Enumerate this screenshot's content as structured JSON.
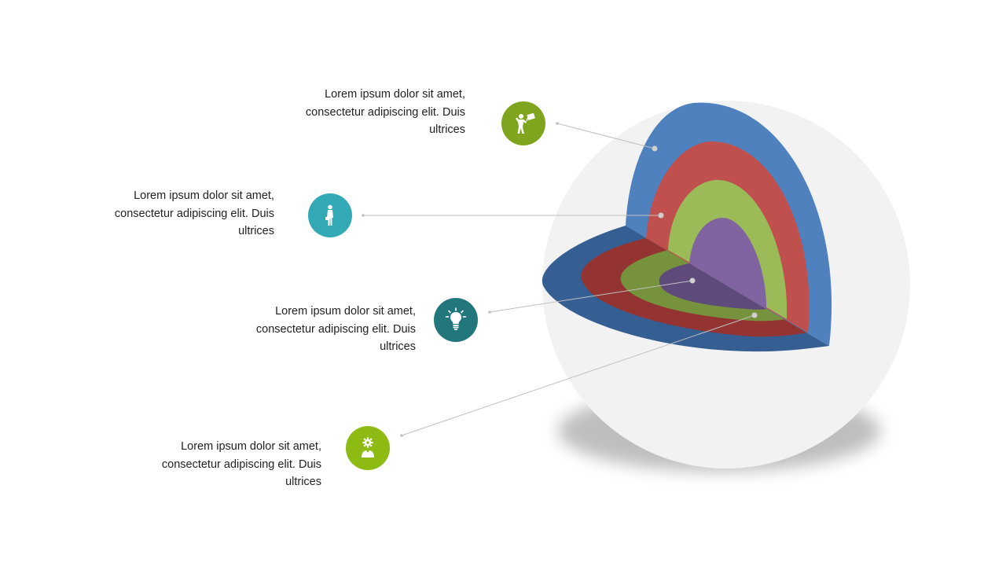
{
  "items": [
    {
      "lines": [
        "Lorem ipsum dolor sit amet,",
        "consectetur adipiscing elit. Duis",
        "ultrices"
      ],
      "icon": "celebrating-person-with-flag-icon",
      "icon_color": "#7fa51e"
    },
    {
      "lines": [
        "Lorem ipsum dolor sit amet,",
        "consectetur adipiscing elit. Duis",
        "ultrices"
      ],
      "icon": "businessman-with-briefcase-icon",
      "icon_color": "#34a9b6"
    },
    {
      "lines": [
        "Lorem ipsum dolor sit amet,",
        "consectetur adipiscing elit. Duis",
        "ultrices"
      ],
      "icon": "lightbulb-icon",
      "icon_color": "#22777d"
    },
    {
      "lines": [
        "Lorem ipsum dolor sit amet,",
        "consectetur adipiscing elit. Duis",
        "ultrices"
      ],
      "icon": "person-with-gear-icon",
      "icon_color": "#8dbb14"
    }
  ],
  "layers": [
    {
      "name": "outer",
      "face": "#4e81be",
      "cut": "#355e93"
    },
    {
      "name": "second",
      "face": "#c0504d",
      "cut": "#943432"
    },
    {
      "name": "third",
      "face": "#9bbb59",
      "cut": "#76923c"
    },
    {
      "name": "core",
      "face": "#8064a2",
      "cut": "#5f4a7c"
    }
  ],
  "sphere_color": "#f2f2f2",
  "connector_color": "#bfbfbf"
}
